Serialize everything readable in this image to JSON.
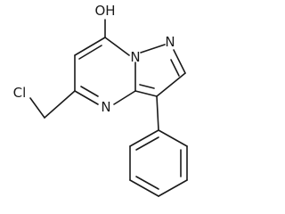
{
  "molecule": {
    "labels": {
      "hydroxyl": "OH",
      "chlorine": "Cl",
      "bridge_nitrogen": "N",
      "pyrazole_nitrogen": "N",
      "pyrimidine_nitrogen": "N"
    }
  }
}
